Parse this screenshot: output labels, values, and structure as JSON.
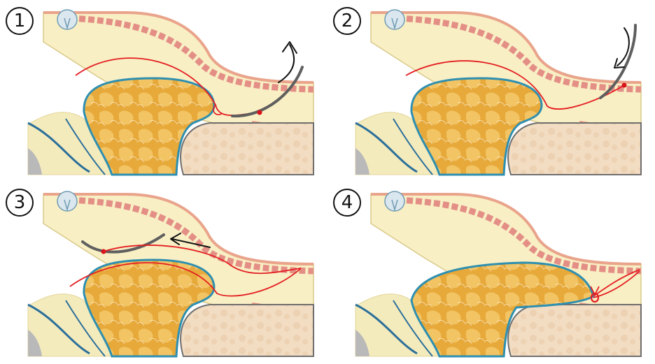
{
  "steps": [
    {
      "label": "1"
    },
    {
      "label": "2"
    },
    {
      "label": "3"
    },
    {
      "label": "4"
    }
  ],
  "colors": {
    "background": "#ffffff",
    "gland": "#e7a93a",
    "gland_lobule": "#f2c463",
    "gland_capsule": "#2e8fb0",
    "eyelid_tissue": "#f8efc4",
    "eyelid_outline": "#d9c98a",
    "muscle": "#e48f86",
    "skin_edge": "#e9a48b",
    "conjunctiva_line": "#2b6f9a",
    "globe": "#f2dcc2",
    "globe_outline": "#6f6f6f",
    "suture": "#e41d22",
    "needle": "#5f5f5f",
    "arrow": "#111111",
    "knot": "#d8141a"
  },
  "icons": {
    "arrow_panel_1": "curved-up-arrow-icon",
    "arrow_panel_2": "curved-down-arrow-icon",
    "arrow_panel_3": "left-arrow-icon",
    "needle": "curved-needle-icon",
    "knot": "suture-knot-icon"
  }
}
